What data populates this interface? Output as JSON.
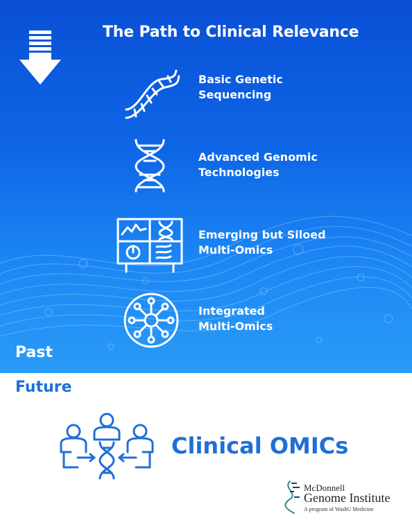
{
  "title": "The Path to Clinical Relevance",
  "steps": [
    {
      "line1": "Basic Genetic",
      "line2": "Sequencing",
      "icon": "dna-strand-icon"
    },
    {
      "line1": "Advanced Genomic",
      "line2": "Technologies",
      "icon": "dna-helix-icon"
    },
    {
      "line1": "Emerging but Siloed",
      "line2": "Multi-Omics",
      "icon": "multi-omics-panel-icon"
    },
    {
      "line1": "Integrated",
      "line2": "Multi-Omics",
      "icon": "network-circle-icon"
    }
  ],
  "past_label": "Past",
  "future_label": "Future",
  "clinical_label": "Clinical OMICs",
  "logo": {
    "line1": "McDonnell",
    "line2": "Genome Institute",
    "line3": "A program of WashU Medicine"
  },
  "colors": {
    "top_bg": "#0e66e6",
    "accent_blue": "#1f6fd6",
    "white": "#ffffff"
  }
}
